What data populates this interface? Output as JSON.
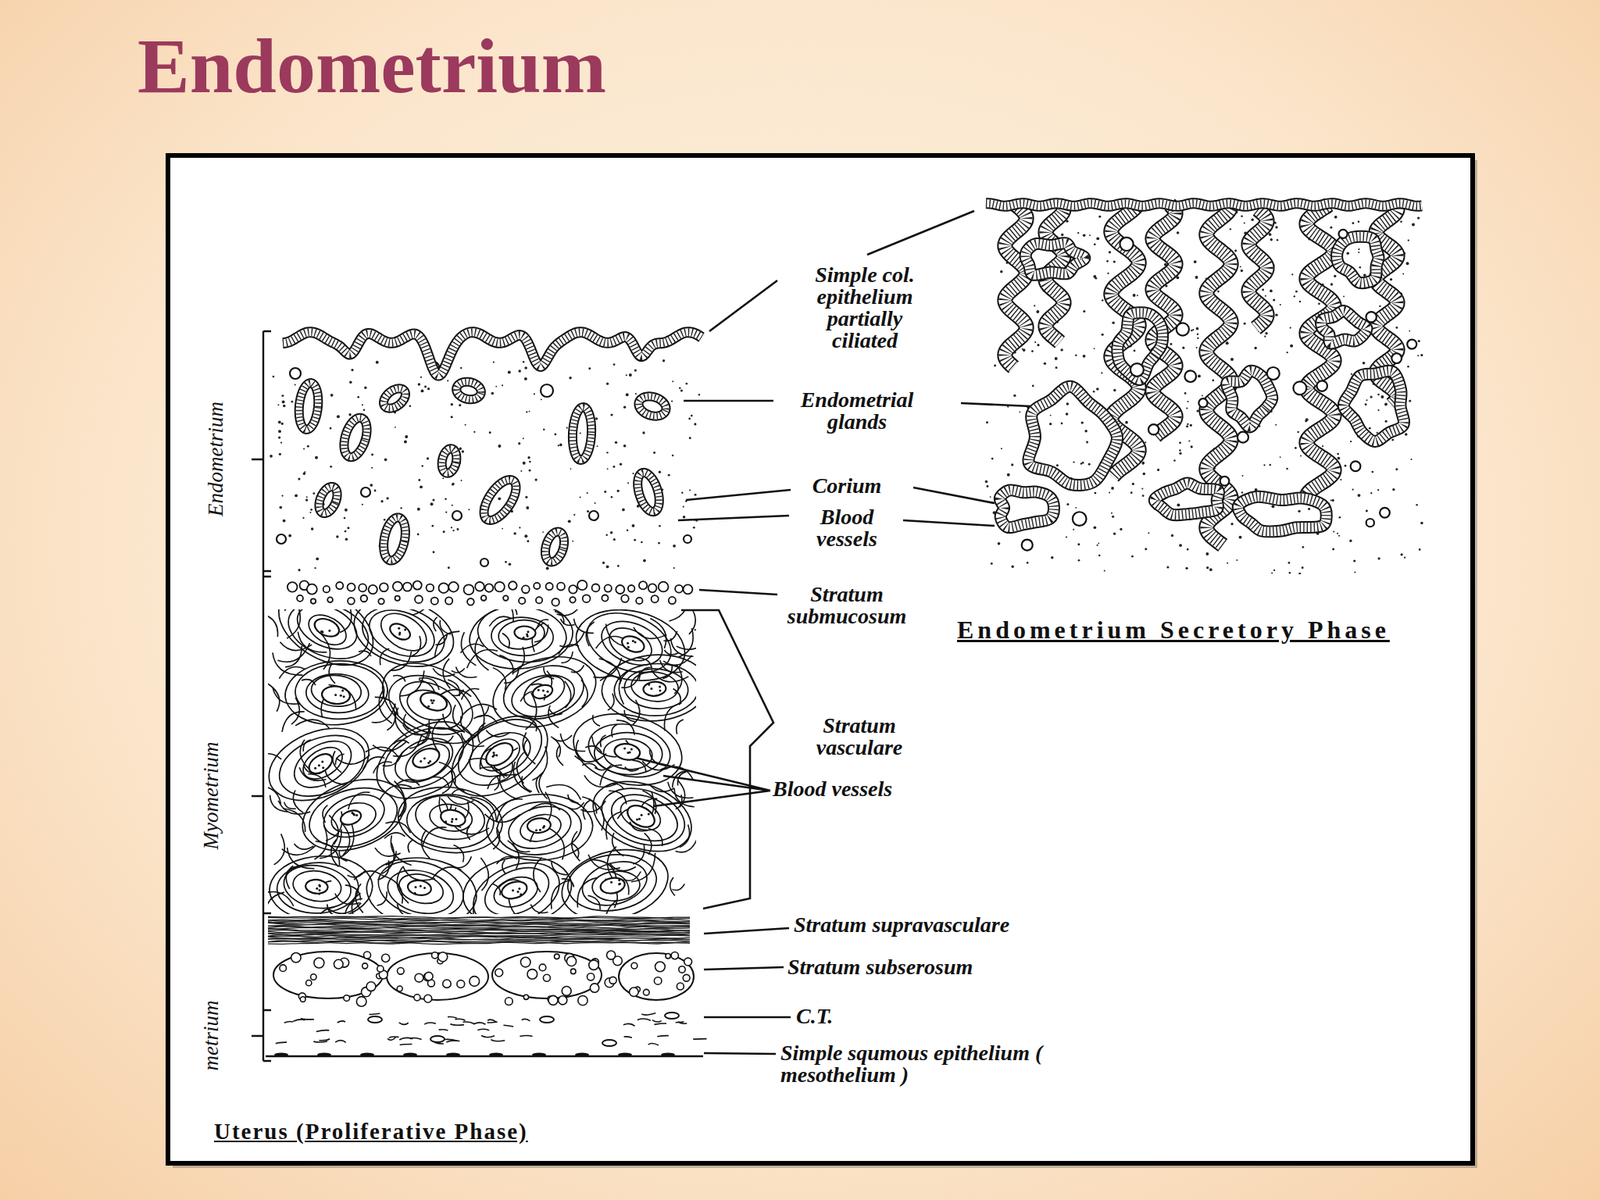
{
  "diagram": {
    "title": "Endometrium",
    "caption": "Uterus (Proliferative Phase)",
    "labels": [
      "Simple col. epithelium partially ciliated",
      "Endometrial glands",
      "Corium",
      "Blood vessels",
      "Stratum submucosum",
      "Endometrium Secretory Phase",
      "Stratum vasculare",
      "Blood vessels",
      "Stratum supravasculare",
      "Stratum subserosum",
      "C.T.",
      "Simple squmous epithelium ( mesothelium )",
      "Endometrium",
      "Myometrium",
      "metrium"
    ]
  }
}
